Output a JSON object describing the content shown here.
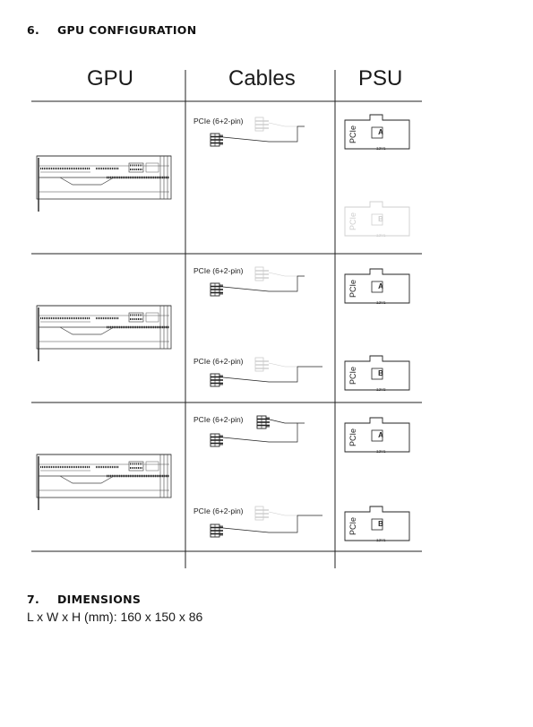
{
  "section6": {
    "number": "6.",
    "title": "GPU CONFIGURATION"
  },
  "columns": {
    "gpu": "GPU",
    "cables": "Cables",
    "psu": "PSU"
  },
  "cable_label": "PCIe (6+2-pin)",
  "psu_label": "PCIe",
  "connectors": {
    "a": {
      "letter": "A",
      "rail": "12V1"
    },
    "b": {
      "letter": "B",
      "rail": "12V1"
    },
    "b2": {
      "letter": "B",
      "rail": "12V2"
    }
  },
  "section7": {
    "number": "7.",
    "title": "DIMENSIONS"
  },
  "dimensions_text": "L x W x H (mm): 160 x 150 x 86",
  "colors": {
    "line": "#222222",
    "faded": "#cccccc"
  }
}
